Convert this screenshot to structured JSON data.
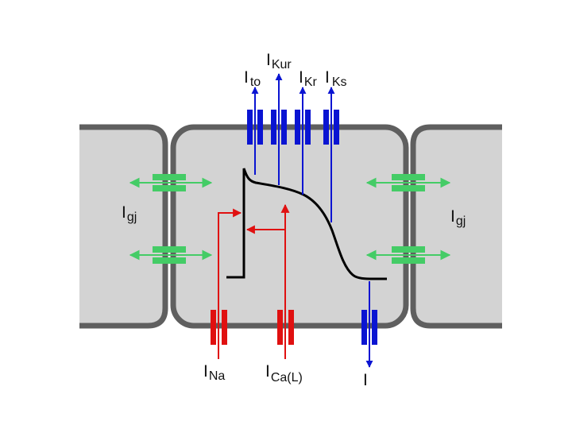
{
  "colors": {
    "membrane": "#5f5f5f",
    "cell_fill": "#d3d3d3",
    "outward_current": "#0a14d2",
    "inward_current": "#e01010",
    "gap_junction": "#44cc66",
    "action_potential": "#000000"
  },
  "labels": {
    "i_to": {
      "main": "I",
      "sub": "to"
    },
    "i_kur": {
      "main": "I",
      "sub": "Kur"
    },
    "i_kr": {
      "main": "I",
      "sub": "Kr"
    },
    "i_ks": {
      "main": "I",
      "sub": "Ks"
    },
    "i_gj_left": {
      "main": "I",
      "sub": "gj"
    },
    "i_gj_right": {
      "main": "I",
      "sub": "gj"
    },
    "i_na": {
      "main": "I",
      "sub": "Na"
    },
    "i_cal": {
      "main": "I",
      "sub": "Ca(L)"
    },
    "i_out": {
      "main": "I",
      "sub": ""
    }
  }
}
